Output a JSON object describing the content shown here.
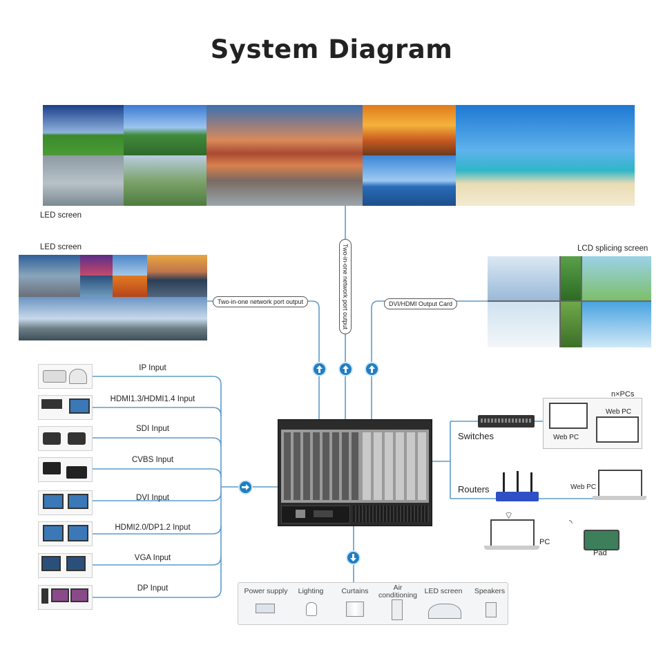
{
  "title": "System Diagram",
  "top_screen": {
    "label": "LED screen"
  },
  "left_screen": {
    "label": "LED screen",
    "output_label": "Two-in-one network port output"
  },
  "center_output": {
    "label": "Two-in-one network port output"
  },
  "right_screen": {
    "label": "LCD splicing screen",
    "output_label": "DVI/HDMI Output Card"
  },
  "inputs": [
    {
      "label": "IP Input",
      "icon": "ip-camera-icon"
    },
    {
      "label": "HDMI1.3/HDMI1.4 Input",
      "icon": "hdmi-device-icon"
    },
    {
      "label": "SDI Input",
      "icon": "sdi-camera-icon"
    },
    {
      "label": "CVBS Input",
      "icon": "cvbs-device-icon"
    },
    {
      "label": "DVI Input",
      "icon": "dvi-pc-icon"
    },
    {
      "label": "HDMI2.0/DP1.2 Input",
      "icon": "hdmi-monitor-icon"
    },
    {
      "label": "VGA Input",
      "icon": "vga-pc-icon"
    },
    {
      "label": "DP Input",
      "icon": "dp-pc-icon"
    }
  ],
  "network": {
    "switches_label": "Switches",
    "routers_label": "Routers",
    "npcs_label": "n×PCs",
    "webpc_label": "Web PC",
    "pc_label": "PC",
    "pad_label": "Pad"
  },
  "controls": [
    {
      "label": "Power supply",
      "icon": "power-strip-icon"
    },
    {
      "label": "Lighting",
      "icon": "bulb-icon"
    },
    {
      "label": "Curtains",
      "icon": "curtain-icon"
    },
    {
      "label": "Air conditioning",
      "icon": "air-conditioner-icon"
    },
    {
      "label": "LED screen",
      "icon": "curved-led-icon"
    },
    {
      "label": "Speakers",
      "icon": "speaker-icon"
    }
  ],
  "colors": {
    "line": "#5b9bc8",
    "arrow": "#1f7fc4",
    "chassis": "#2b2b2b"
  }
}
